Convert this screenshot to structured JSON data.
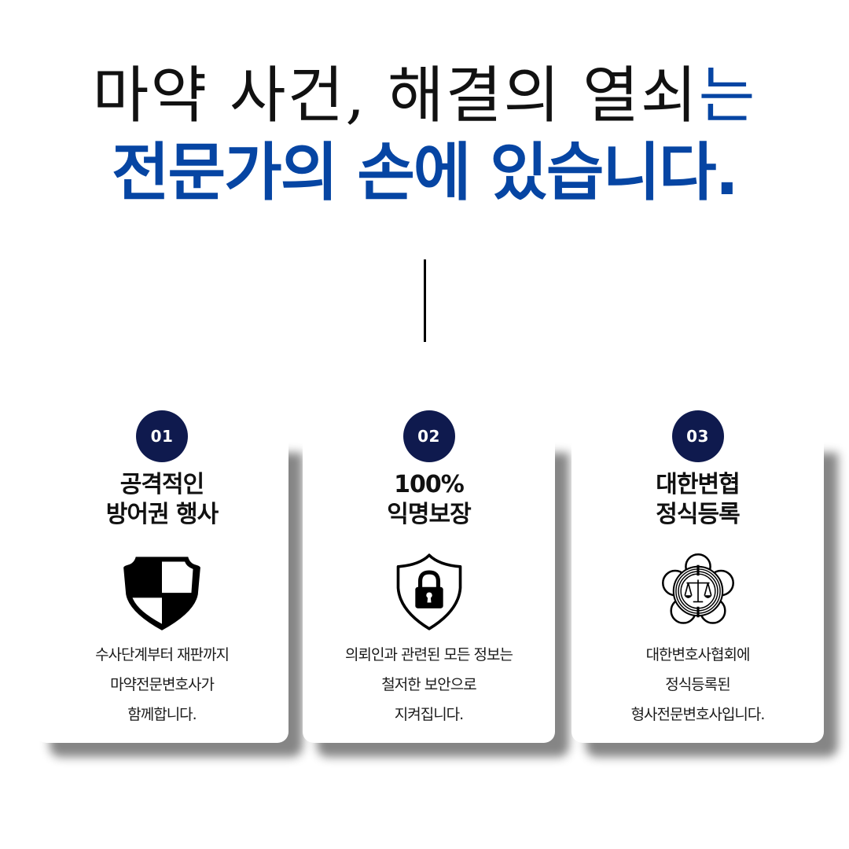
{
  "headline": {
    "line1_main": "마약 사건, 해결의 열쇠",
    "line1_accent": "는",
    "line2": "전문가의 손에 있습니다."
  },
  "colors": {
    "accent_blue": "#0645a3",
    "badge_navy": "#0f1a4e",
    "text": "#111111",
    "background": "#ffffff"
  },
  "cards": [
    {
      "number": "01",
      "title_lines": [
        "공격적인",
        "방어권 행사"
      ],
      "icon": "checkered-shield-icon",
      "desc_lines": [
        "수사단계부터 재판까지",
        "마약전문변호사가",
        "함께합니다."
      ]
    },
    {
      "number": "02",
      "title_lines": [
        "100%",
        "익명보장"
      ],
      "icon": "shield-lock-icon",
      "desc_lines": [
        "의뢰인과 관련된 모든 정보는",
        "철저한 보안으로",
        "지켜집니다."
      ]
    },
    {
      "number": "03",
      "title_lines": [
        "대한변협",
        "정식등록"
      ],
      "icon": "bar-association-emblem-icon",
      "desc_lines": [
        "대한변호사협회에",
        "정식등록된",
        "형사전문변호사입니다."
      ]
    }
  ]
}
